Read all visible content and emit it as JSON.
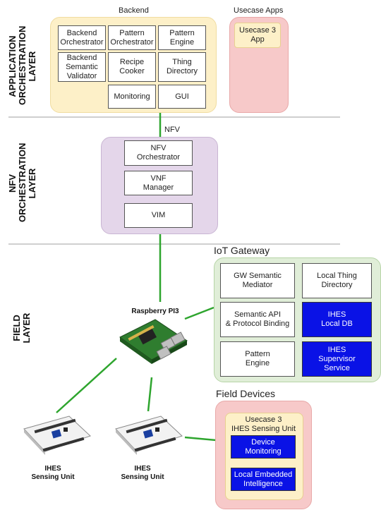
{
  "layers": {
    "application": "APPLICATION\nORCHESTRATION\nLAYER",
    "nfv": "NFV\nORCHESTRATION\nLAYER",
    "field": "FIELD\nLAYER"
  },
  "backend": {
    "title": "Backend",
    "boxes": {
      "backend_orchestrator": "Backend\nOrchestrator",
      "pattern_orchestrator": "Pattern\nOrchestrator",
      "pattern_engine": "Pattern\nEngine",
      "semantic_validator": "Backend\nSemantic\nValidator",
      "recipe_cooker": "Recipe\nCooker",
      "thing_directory": "Thing\nDirectory",
      "monitoring": "Monitoring",
      "gui": "GUI"
    }
  },
  "usecase_apps": {
    "title": "Usecase Apps",
    "app": "Usecase 3\nApp"
  },
  "nfv": {
    "link_label": "NFV",
    "orchestrator": "NFV\nOrchestrator",
    "vnf_manager": "VNF\nManager",
    "vim": "VIM"
  },
  "gateway": {
    "title": "IoT Gateway",
    "device_caption": "Raspberry PI3",
    "boxes": {
      "gw_semantic_mediator": "GW Semantic\nMediator",
      "local_thing_directory": "Local Thing\nDirectory",
      "semantic_api": "Semantic API\n& Protocol Binding",
      "ihes_local_db": "IHES\nLocal DB",
      "pattern_engine": "Pattern\nEngine",
      "ihes_supervisor": "IHES\nSupervisor\nService"
    }
  },
  "field_devices": {
    "title": "Field Devices",
    "unit_title": "Usecase 3\nIHES Sensing Unit",
    "device_monitoring": "Device\nMonitoring",
    "local_embedded": "Local Embedded\nIntelligence",
    "sensing_unit_1": "IHES\nSensing Unit",
    "sensing_unit_2": "IHES\nSensing Unit"
  },
  "colors": {
    "backend_fill": "#fdf0c8",
    "usecase_fill": "#f7c9c9",
    "nfv_fill": "#e4d6ea",
    "gateway_fill": "#e0eed8",
    "ihes_blue": "#0a12e6",
    "link_green": "#2ea52e"
  }
}
